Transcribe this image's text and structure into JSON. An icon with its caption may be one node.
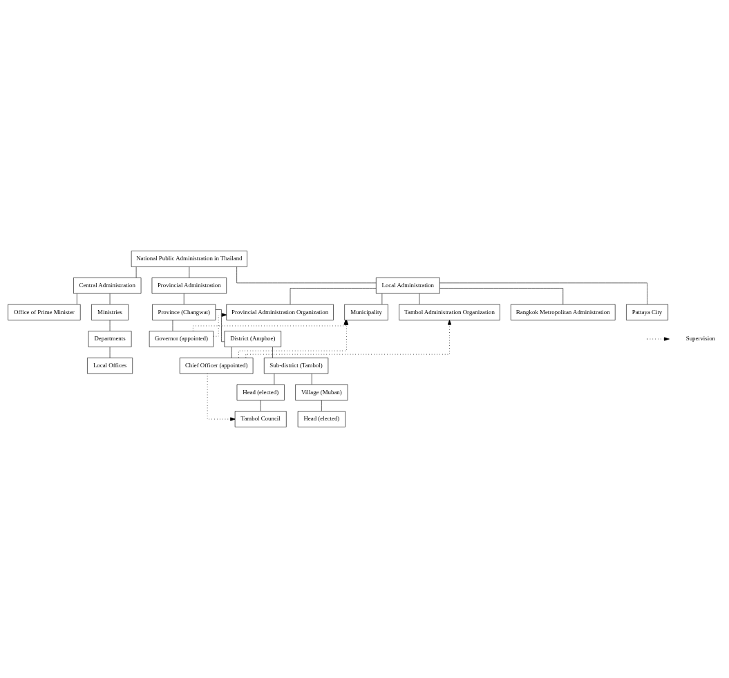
{
  "diagram": {
    "nodes": [
      {
        "text": [
          "National Public Administration in Thailand"
        ]
      },
      {
        "text": [
          "Central Administration"
        ]
      },
      {
        "text": [
          "Provincial Administration"
        ]
      },
      {
        "text": [
          "Local Administration"
        ]
      },
      {
        "text": [
          "Office of Prime Minister"
        ]
      },
      {
        "text": [
          "Ministries"
        ]
      },
      {
        "text": [
          "Departments"
        ]
      },
      {
        "text": [
          "Local Offices"
        ]
      },
      {
        "text": [
          "Province (Changwat)"
        ]
      },
      {
        "text": [
          "Governor (appointed)"
        ]
      },
      {
        "text": [
          "District (Amphoe)"
        ]
      },
      {
        "text": [
          "Chief Officer (appointed)"
        ]
      },
      {
        "text": [
          "Sub-district (Tambol)"
        ]
      },
      {
        "text": [
          "Head (elected)"
        ]
      },
      {
        "text": [
          "Tambol Council"
        ]
      },
      {
        "text": [
          "Village (Muban)"
        ]
      },
      {
        "text": [
          "Head (elected)"
        ]
      },
      {
        "text": [
          "Provincial Administration Organization"
        ]
      },
      {
        "text": [
          "Municipality"
        ]
      },
      {
        "text": [
          "Tambol Administration Organization"
        ]
      },
      {
        "text": [
          "Bangkok Metropolitan Administration"
        ]
      },
      {
        "text": [
          "Pattaya City"
        ]
      }
    ],
    "edges": [
      {
        "from": 0,
        "to": 1,
        "arrow": "none"
      },
      {
        "from": 0,
        "to": 2,
        "arrow": "none"
      },
      {
        "from": 0,
        "to": 3,
        "arrow": "none"
      },
      {
        "from": 1,
        "to": 4,
        "arrow": "none"
      },
      {
        "from": 1,
        "to": 5,
        "arrow": "none"
      },
      {
        "from": 5,
        "to": 6,
        "arrow": "none"
      },
      {
        "from": 6,
        "to": 7,
        "arrow": "none"
      },
      {
        "from": 2,
        "to": 8,
        "arrow": "none"
      },
      {
        "from": 8,
        "to": 9,
        "arrow": "none"
      },
      {
        "from": 8,
        "to": 10,
        "arrow": "none"
      },
      {
        "from": 10,
        "to": 11,
        "arrow": "none"
      },
      {
        "from": 10,
        "to": 12,
        "arrow": "none"
      },
      {
        "from": 12,
        "to": 13,
        "arrow": "none"
      },
      {
        "from": 13,
        "to": 14,
        "arrow": "none"
      },
      {
        "from": 12,
        "to": 15,
        "arrow": "none"
      },
      {
        "from": 15,
        "to": 16,
        "arrow": "none"
      },
      {
        "from": 3,
        "to": 17,
        "arrow": "none"
      },
      {
        "from": 3,
        "to": 18,
        "arrow": "none"
      },
      {
        "from": 3,
        "to": 19,
        "arrow": "none"
      },
      {
        "from": 3,
        "to": 20,
        "arrow": "none"
      },
      {
        "from": 3,
        "to": 21,
        "arrow": "none"
      },
      {
        "from": 9,
        "to": 17,
        "arrow": "to",
        "style": "dashed"
      },
      {
        "from": 9,
        "to": 18,
        "arrow": "to",
        "style": "dashed"
      },
      {
        "from": 11,
        "to": 18,
        "arrow": "to",
        "style": "dashed"
      },
      {
        "from": 11,
        "to": 19,
        "arrow": "to",
        "style": "dashed"
      },
      {
        "from": 11,
        "to": 14,
        "arrow": "to",
        "style": "dashed"
      }
    ],
    "legend": [
      {
        "text": "Supervision"
      }
    ]
  }
}
